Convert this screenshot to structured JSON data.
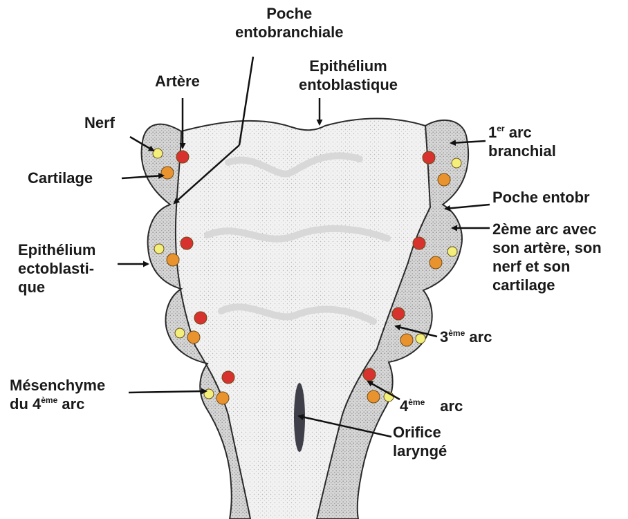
{
  "labels": {
    "poche_entobranchiale": [
      "Poche",
      "entobranchiale"
    ],
    "epithelium_entoblastique": [
      "Epithélium",
      "entoblastique"
    ],
    "artere": "Artère",
    "nerf": "Nerf",
    "cartilage": "Cartilage",
    "epithelium_ectoblastique": [
      "Epithélium",
      "ectoblasti-",
      "que"
    ],
    "mesenchyme": {
      "line1": "Mésenchyme",
      "line2_prefix": "du 4",
      "line2_sup": "ème",
      "line2_suffix": " arc"
    },
    "arc1": {
      "line1_prefix": "1",
      "line1_sup": "er",
      "line1_suffix": " arc",
      "line2": "branchial"
    },
    "poche_entobr": "Poche entobr",
    "arc2": [
      "2ème arc avec",
      "son artère, son",
      "nerf et son",
      "cartilage"
    ],
    "arc3": {
      "prefix": "3",
      "sup": "ème",
      "suffix": " arc"
    },
    "arc4": {
      "prefix": "4",
      "sup": "ème",
      "suffix": "arc"
    },
    "orifice": [
      "Orifice",
      "laryngé"
    ]
  },
  "colors": {
    "artery": "#d8322e",
    "nerve": "#f2f07a",
    "cartilage": "#e9932f",
    "outline": "#2a2a2a",
    "tissue": "#efefef",
    "arc_fill": "#dcdcdc",
    "orifice": "#3f3f4a"
  }
}
